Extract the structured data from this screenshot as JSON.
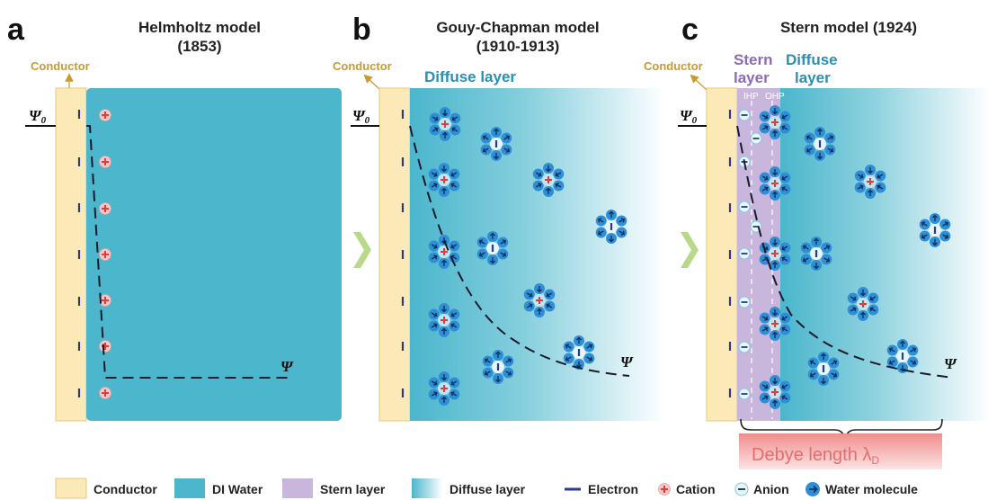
{
  "panels": {
    "a": {
      "letter": "a",
      "title_line1": "Helmholtz model",
      "title_line2": "(1853)",
      "conductor_label": "Conductor",
      "psi0": "Ψ",
      "psi0_sub": "0",
      "psi": "Ψ"
    },
    "b": {
      "letter": "b",
      "title_line1": "Gouy-Chapman model",
      "title_line2": "(1910-1913)",
      "conductor_label": "Conductor",
      "diffuse_label": "Diffuse layer",
      "psi0": "Ψ",
      "psi0_sub": "0",
      "psi": "Ψ"
    },
    "c": {
      "letter": "c",
      "title_line1": "Stern model (1924)",
      "conductor_label": "Conductor",
      "stern_label_1": "Stern",
      "stern_label_2": "layer",
      "diffuse_label_1": "Diffuse",
      "diffuse_label_2": "layer",
      "ihp": "IHP",
      "ohp": "OHP",
      "psi0": "Ψ",
      "psi0_sub": "0",
      "psi": "Ψ",
      "debye_label": "Debye length λ",
      "debye_sub": "D"
    }
  },
  "legend": {
    "conductor": "Conductor",
    "di_water": "DI Water",
    "stern_layer": "Stern layer",
    "diffuse_layer": "Diffuse layer",
    "electron": "Electron",
    "cation": "Cation",
    "anion": "Anion",
    "water_molecule": "Water molecule"
  },
  "colors": {
    "conductor": "#fbe9b7",
    "conductor_stroke": "#e8c77a",
    "di_water": "#4bb6cc",
    "stern": "#c9b6dc",
    "electron": "#2b3a8c",
    "cation_sign": "#e23b3b",
    "ion_fill": "#bde6f5",
    "water": "#2e8fd6",
    "title_gold": "#c99a2e",
    "diffuse_text": "#2a8fb0",
    "stern_text": "#8a6bb5",
    "debye": "#f2a5a5",
    "debye_text": "#e46e6e",
    "arrow_green": "#b8d98a"
  }
}
